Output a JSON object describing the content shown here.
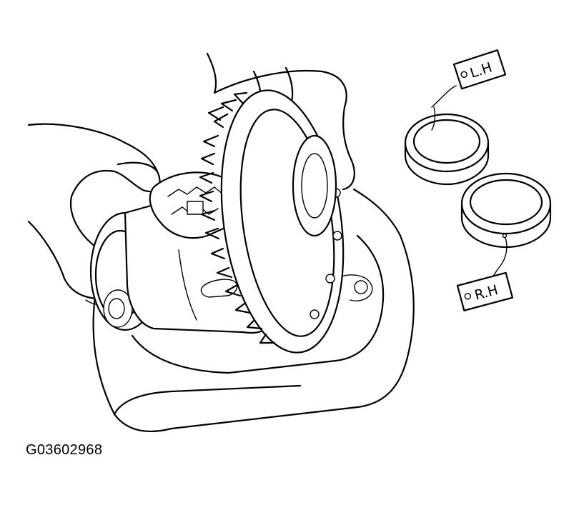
{
  "figure": {
    "code": "G03602968",
    "tags": {
      "left": "L.H",
      "right": "R.H"
    }
  }
}
